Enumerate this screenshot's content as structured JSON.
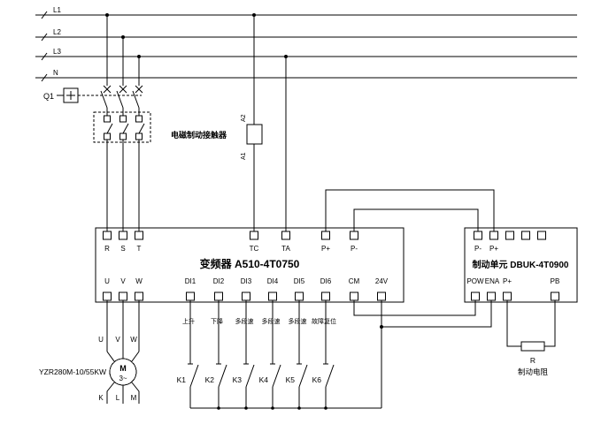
{
  "colors": {
    "line": "#000000",
    "background": "#ffffff"
  },
  "power_bus": {
    "labels": [
      "L1",
      "L2",
      "L3",
      "N"
    ]
  },
  "breaker": {
    "label": "Q1"
  },
  "brake_contactor": {
    "label": "电磁制动接触器",
    "terminal_top": "A2",
    "terminal_bottom": "A1"
  },
  "inverter": {
    "title": "变频器 A510-4T0750",
    "top_terminals": [
      "R",
      "S",
      "T",
      "TC",
      "TA",
      "P+",
      "P-"
    ],
    "bottom_terminals": [
      "U",
      "V",
      "W",
      "DI1",
      "DI2",
      "DI3",
      "DI4",
      "DI5",
      "DI6",
      "CM",
      "24V"
    ]
  },
  "brake_unit": {
    "title": "制动单元 DBUK-4T0900",
    "top_terminals": [
      "P-",
      "P+"
    ],
    "bottom_terminals": [
      "POW",
      "ENA",
      "P+",
      "PB"
    ]
  },
  "switches": [
    {
      "function": "上升",
      "name": "K1"
    },
    {
      "function": "下降",
      "name": "K2"
    },
    {
      "function": "多段速",
      "name": "K3"
    },
    {
      "function": "多段速",
      "name": "K4"
    },
    {
      "function": "多段速",
      "name": "K5"
    },
    {
      "function": "故障复位",
      "name": "K6"
    }
  ],
  "motor": {
    "model": "YZR280M-10/55KW",
    "symbol": "M",
    "phases": "3~",
    "stator_terminals": [
      "U",
      "V",
      "W"
    ],
    "rotor_terminals": [
      "K",
      "L",
      "M"
    ]
  },
  "brake_resistor": {
    "ref": "R",
    "label": "制动电阻"
  }
}
